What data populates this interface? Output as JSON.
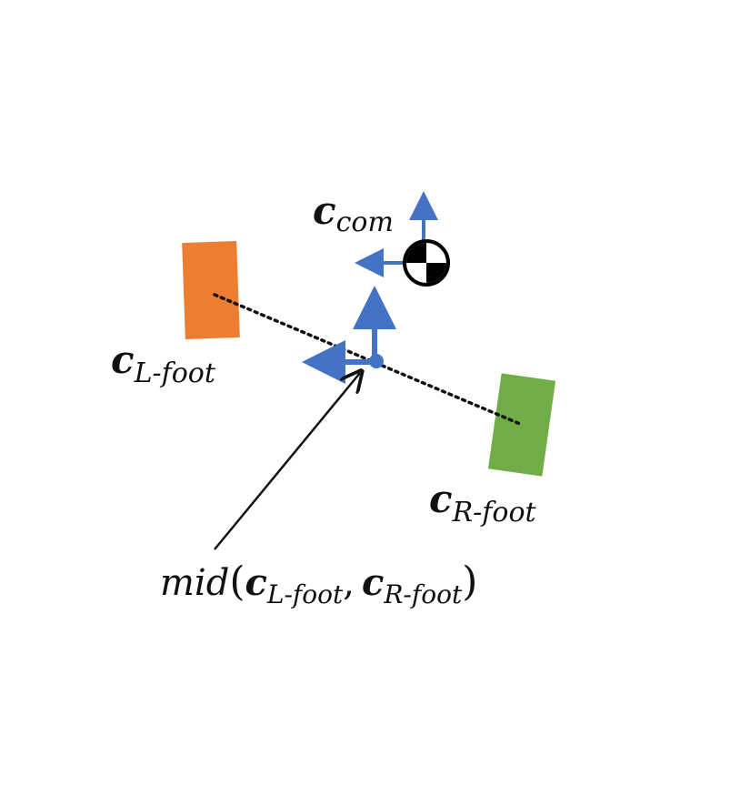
{
  "colors": {
    "left_foot": "#ED7D31",
    "right_foot": "#70AD47",
    "axes": "#4472C4",
    "line": "#111111"
  },
  "labels": {
    "com": {
      "symbol": "c",
      "subscript": "com"
    },
    "left_foot": {
      "symbol": "c",
      "subscript": "L-foot"
    },
    "right_foot": {
      "symbol": "c",
      "subscript": "R-foot"
    },
    "midpoint": {
      "func": "mid",
      "open": "(",
      "arg1_symbol": "c",
      "arg1_subscript": "L-foot",
      "comma": ",",
      "arg2_symbol": "c",
      "arg2_subscript": "R-foot",
      "close": ")"
    }
  },
  "icons": {
    "com_marker": "center-of-mass-icon",
    "axes": "frame-axes-icon"
  }
}
